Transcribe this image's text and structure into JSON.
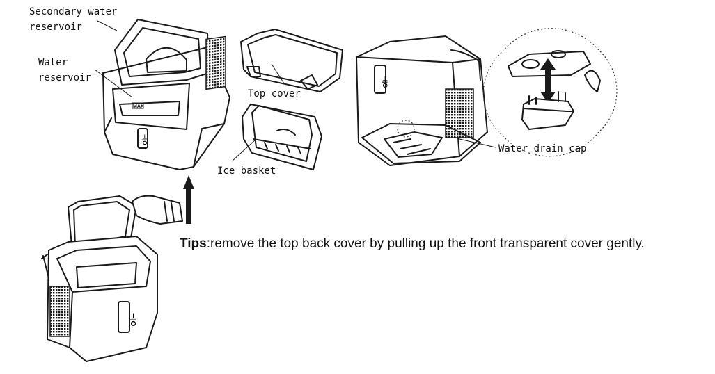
{
  "callouts": {
    "secondary_water_reservoir": [
      "Secondary water",
      "reservoir"
    ],
    "water_reservoir": [
      "Water",
      "reservoir"
    ],
    "top_cover": "Top cover",
    "ice_basket": "Ice basket",
    "water_drain_cap": "Water drain cap"
  },
  "tips": {
    "label": "Tips",
    "text": ":remove the top back cover by pulling up the front transparent cover gently."
  },
  "panel_buttons": "⊣|O",
  "max_label": "MAX"
}
